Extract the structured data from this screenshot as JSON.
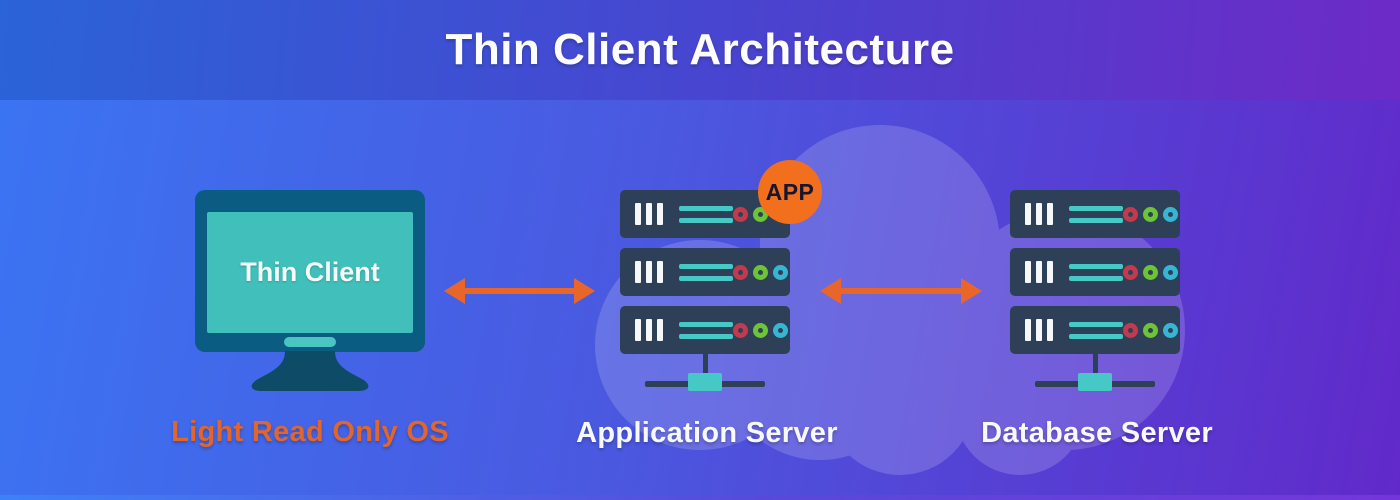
{
  "header": {
    "title": "Thin Client Architecture"
  },
  "nodes": {
    "thin_client": {
      "screen_label": "Thin Client",
      "caption": "Light Read Only OS"
    },
    "app_server": {
      "badge_label": "APP",
      "caption": "Application Server"
    },
    "db_server": {
      "caption": "Database Server"
    }
  },
  "edges": [
    {
      "from": "thin_client",
      "to": "app_server",
      "style": "double-headed-arrow"
    },
    {
      "from": "app_server",
      "to": "db_server",
      "style": "double-headed-arrow"
    }
  ],
  "colors": {
    "bg_gradient_left": "#3b74f2",
    "bg_gradient_right": "#6129c9",
    "header_gradient_left": "#2b63d8",
    "header_gradient_right": "#6d2ac6",
    "arrow_orange": "#e9662b",
    "badge_orange": "#f26f1d",
    "caption_orange": "#e0662e",
    "monitor_bezel_teal": "#0a5c82",
    "monitor_stand_teal": "#0d4b66",
    "screen_turquoise": "#41bfba",
    "server_navy": "#2d4057",
    "vent_teal": "#46c8c6",
    "led_red": "#c23a4e",
    "led_green": "#6ec437",
    "led_cyan": "#37b6d4",
    "cloud_white": "#ffffff"
  }
}
